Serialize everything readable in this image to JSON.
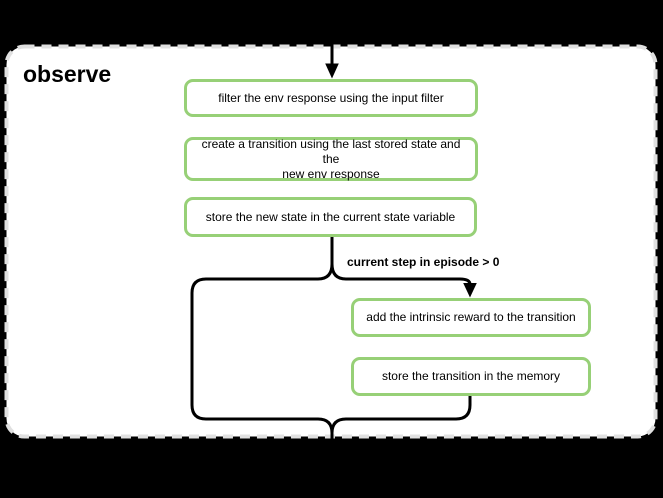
{
  "diagram": {
    "title": "observe",
    "condition_label": "current step in episode > 0",
    "main_steps": [
      {
        "label": "filter the env response using the input filter"
      },
      {
        "label": "create a transition using the last stored state and the\nnew env response"
      },
      {
        "label": "store the new state in the current state variable"
      }
    ],
    "branch_steps": [
      {
        "label": "add the intrinsic reward to the transition"
      },
      {
        "label": "store the transition in the memory"
      }
    ],
    "colors": {
      "background": "#000000",
      "container_fill": "#ffffff",
      "container_border": "#e0e0e0",
      "node_fill": "#ffffff",
      "node_border": "#97d077",
      "line": "#000000",
      "text": "#000000"
    }
  }
}
